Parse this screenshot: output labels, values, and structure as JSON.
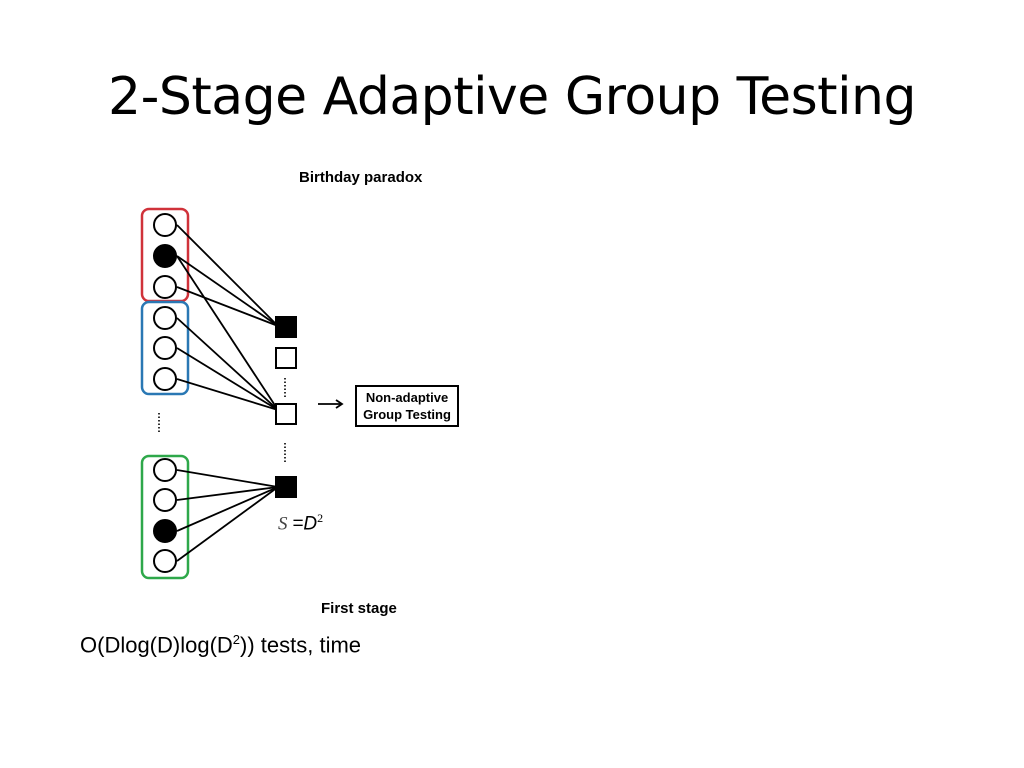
{
  "slide": {
    "title": "2-Stage Adaptive Group Testing"
  },
  "figure": {
    "top_label": "Birthday paradox",
    "bottom_label": "First stage",
    "box_line1": "Non-adaptive",
    "box_line2": "Group Testing",
    "s_symbol": "S",
    "s_equals": "=D",
    "s_exponent": "2"
  },
  "footer": {
    "complexity_prefix": "O(Dlog(D)log(D",
    "complexity_exponent": "2",
    "complexity_suffix": ")) tests, time"
  },
  "colors": {
    "group_red": "#d0323a",
    "group_blue": "#2a78b4",
    "group_green": "#2ea84a"
  }
}
